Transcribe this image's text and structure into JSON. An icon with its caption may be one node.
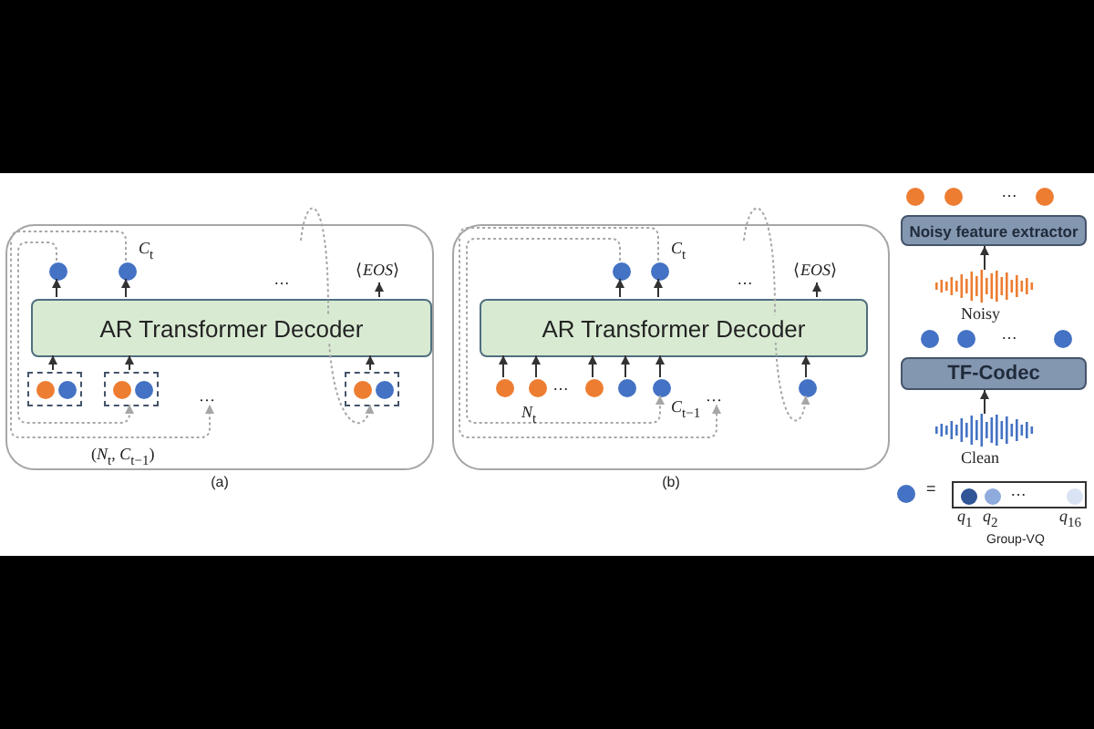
{
  "diagram": {
    "nodes": [
      {
        "text": [
          "(a)"
        ]
      },
      {
        "text": [
          "AR Transformer Decoder"
        ],
        "in": 0
      },
      {
        "text": [],
        "shape": "circle",
        "in": 0
      },
      {
        "text": [],
        "shape": "circle",
        "in": 0,
        "beside": [
          "*C*$_{t}$"
        ]
      },
      {
        "text": [
          "⟨*EOS*⟩"
        ],
        "in": 0
      },
      {
        "text": [],
        "shape": "box",
        "in": 0
      },
      {
        "text": [],
        "shape": "circle",
        "in": 5
      },
      {
        "text": [],
        "shape": "circle",
        "in": 5
      },
      {
        "text": [],
        "shape": "box",
        "in": 0,
        "beside": [
          "(*N*$_{t}$, *C*$_{t−1}$)"
        ]
      },
      {
        "text": [],
        "shape": "circle",
        "in": 8
      },
      {
        "text": [],
        "shape": "circle",
        "in": 8
      },
      {
        "text": [
          "…"
        ],
        "in": 0
      },
      {
        "text": [],
        "shape": "box",
        "in": 0
      },
      {
        "text": [],
        "shape": "circle",
        "in": 12
      },
      {
        "text": [],
        "shape": "circle",
        "in": 12
      },
      {
        "text": [
          "(b)"
        ]
      },
      {
        "text": [
          "AR Transformer Decoder"
        ],
        "in": 15
      },
      {
        "text": [],
        "shape": "circle",
        "in": 15
      },
      {
        "text": [],
        "shape": "circle",
        "in": 15,
        "beside": [
          "*C*$_{t}$"
        ]
      },
      {
        "text": [
          "⟨*EOS*⟩"
        ],
        "in": 15
      },
      {
        "text": [],
        "shape": "circle",
        "in": 15
      },
      {
        "text": [],
        "shape": "circle",
        "in": 15,
        "beside": [
          "*N*$_{t}$"
        ]
      },
      {
        "text": [],
        "shape": "circle",
        "in": 15
      },
      {
        "text": [],
        "shape": "circle",
        "in": 15
      },
      {
        "text": [],
        "shape": "circle",
        "in": 15,
        "beside": [
          "*C*$_{t−1}$"
        ]
      },
      {
        "text": [
          "…"
        ],
        "in": 15
      },
      {
        "text": [],
        "shape": "circle",
        "in": 15
      },
      {
        "text": [],
        "shape": "circle"
      },
      {
        "text": [],
        "shape": "circle"
      },
      {
        "text": [],
        "shape": "circle"
      },
      {
        "text": [
          "Noisy feature extractor"
        ]
      },
      {
        "text": [],
        "shape": "picture",
        "beside": [
          "Noisy"
        ]
      },
      {
        "text": [],
        "shape": "circle"
      },
      {
        "text": [],
        "shape": "circle"
      },
      {
        "text": [],
        "shape": "circle"
      },
      {
        "text": [
          "TF-Codec"
        ]
      },
      {
        "text": [],
        "shape": "picture",
        "beside": [
          "Clean"
        ]
      },
      {
        "text": [],
        "shape": "circle"
      },
      {
        "text": [],
        "shape": "box"
      },
      {
        "text": [],
        "shape": "circle",
        "in": 38,
        "beside": [
          "*q*$_{1}$"
        ]
      },
      {
        "text": [],
        "shape": "circle",
        "in": 38,
        "beside": [
          "*q*$_{2}$"
        ]
      },
      {
        "text": [],
        "shape": "circle",
        "in": 38,
        "beside": [
          "*q*$_{16}$"
        ]
      }
    ],
    "edges": [
      {
        "from": 5,
        "to": 1,
        "arrow": "to"
      },
      {
        "from": 8,
        "to": 1,
        "arrow": "to"
      },
      {
        "from": 12,
        "to": 1,
        "arrow": "to"
      },
      {
        "from": 1,
        "to": 2,
        "arrow": "to"
      },
      {
        "from": 1,
        "to": 3,
        "arrow": "to"
      },
      {
        "from": 1,
        "to": 4,
        "arrow": "to"
      },
      {
        "from": 2,
        "to": 8,
        "arrow": "to",
        "style": "dashed",
        "color": "#a6a6a6"
      },
      {
        "from": 3,
        "to": 11,
        "arrow": "to",
        "style": "dashed",
        "color": "#a6a6a6"
      },
      {
        "from": null,
        "to": 12,
        "arrow": "to",
        "style": "dashed",
        "color": "#a6a6a6"
      },
      {
        "from": 20,
        "to": 16,
        "arrow": "to"
      },
      {
        "from": 21,
        "to": 16,
        "arrow": "to"
      },
      {
        "from": 22,
        "to": 16,
        "arrow": "to"
      },
      {
        "from": 23,
        "to": 16,
        "arrow": "to"
      },
      {
        "from": 24,
        "to": 16,
        "arrow": "to"
      },
      {
        "from": 26,
        "to": 16,
        "arrow": "to"
      },
      {
        "from": 16,
        "to": 17,
        "arrow": "to"
      },
      {
        "from": 16,
        "to": 18,
        "arrow": "to"
      },
      {
        "from": 16,
        "to": 19,
        "arrow": "to"
      },
      {
        "from": 17,
        "to": 24,
        "arrow": "to",
        "style": "dashed",
        "color": "#a6a6a6"
      },
      {
        "from": 18,
        "to": 25,
        "arrow": "to",
        "style": "dashed",
        "color": "#a6a6a6"
      },
      {
        "from": null,
        "to": 26,
        "arrow": "to",
        "style": "dashed",
        "color": "#a6a6a6"
      },
      {
        "from": 31,
        "to": 30,
        "arrow": "to"
      },
      {
        "from": 36,
        "to": 35,
        "arrow": "to"
      }
    ],
    "labels": [
      "…",
      "…",
      "…",
      "…",
      "…",
      "=",
      "…",
      "Group-VQ"
    ]
  }
}
